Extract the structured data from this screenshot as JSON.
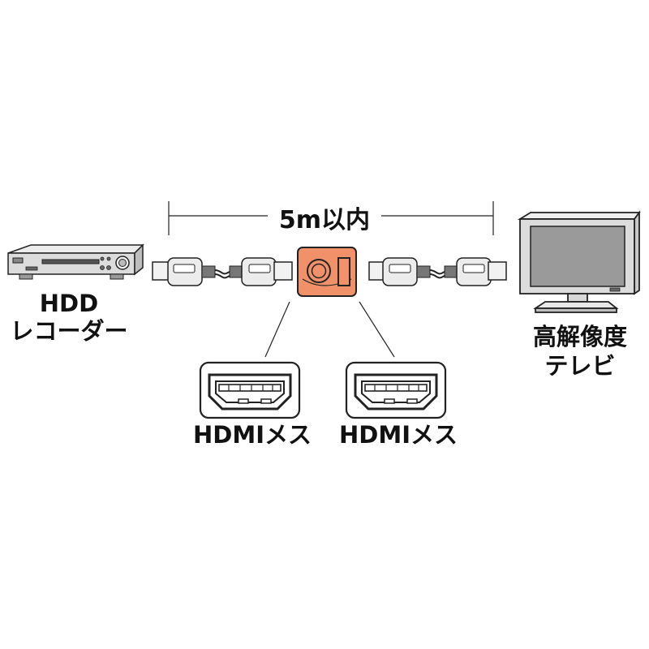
{
  "length_label": "5m以内",
  "recorder": {
    "line1": "HDD",
    "line2": "レコーダー"
  },
  "television": {
    "line1": "高解像度",
    "line2": "テレビ"
  },
  "ports": [
    {
      "label": "HDMIメス"
    },
    {
      "label": "HDMIメス"
    }
  ],
  "colors": {
    "adapter_body": "#f0916a",
    "line": "#222222",
    "device_fill": "#dcdcdc",
    "screen": "#9a9a9a"
  }
}
